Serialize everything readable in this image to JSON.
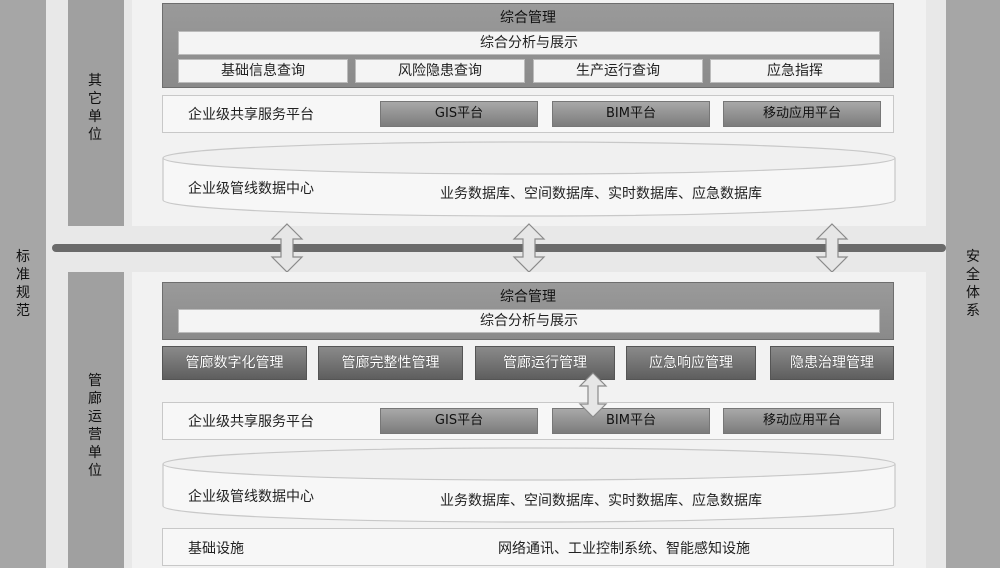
{
  "left_bar": "标准规范",
  "right_bar": "安全体系",
  "top_section": {
    "unit_label": "其它单位",
    "management_title": "综合管理",
    "analysis_label": "综合分析与展示",
    "queries": [
      "基础信息查询",
      "风险隐患查询",
      "生产运行查询",
      "应急指挥"
    ],
    "service_platform": {
      "label": "企业级共享服务平台",
      "platforms": [
        "GIS平台",
        "BIM平台",
        "移动应用平台"
      ]
    },
    "data_center": {
      "label": "企业级管线数据中心",
      "databases": "业务数据库、空间数据库、实时数据库、应急数据库"
    }
  },
  "bottom_section": {
    "unit_label": "管廊运营单位",
    "management_title": "综合管理",
    "analysis_label": "综合分析与展示",
    "modules": [
      "管廊数字化管理",
      "管廊完整性管理",
      "管廊运行管理",
      "应急响应管理",
      "隐患治理管理"
    ],
    "service_platform": {
      "label": "企业级共享服务平台",
      "platforms": [
        "GIS平台",
        "BIM平台",
        "移动应用平台"
      ]
    },
    "data_center": {
      "label": "企业级管线数据中心",
      "databases": "业务数据库、空间数据库、实时数据库、应急数据库"
    },
    "infrastructure": {
      "label": "基础设施",
      "items": "网络通讯、工业控制系统、智能感知设施"
    }
  }
}
